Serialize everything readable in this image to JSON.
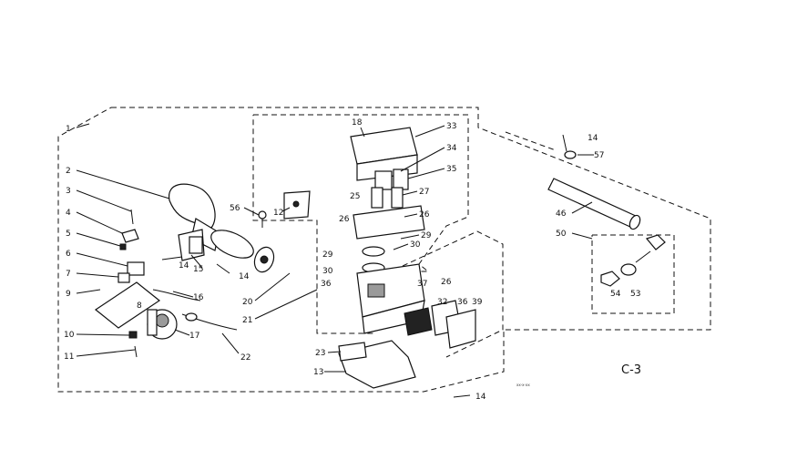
{
  "diagram": {
    "code": "C-3",
    "tiny_code": "xx-x-xx"
  },
  "callouts": [
    {
      "id": "c1",
      "text": "1"
    },
    {
      "id": "c2",
      "text": "2"
    },
    {
      "id": "c3",
      "text": "3"
    },
    {
      "id": "c4",
      "text": "4"
    },
    {
      "id": "c5",
      "text": "5"
    },
    {
      "id": "c6",
      "text": "6"
    },
    {
      "id": "c7",
      "text": "7"
    },
    {
      "id": "c8",
      "text": "8"
    },
    {
      "id": "c9",
      "text": "9"
    },
    {
      "id": "c10",
      "text": "10"
    },
    {
      "id": "c11",
      "text": "11"
    },
    {
      "id": "c12",
      "text": "12"
    },
    {
      "id": "c13",
      "text": "13"
    },
    {
      "id": "c14a",
      "text": "14"
    },
    {
      "id": "c14b",
      "text": "14"
    },
    {
      "id": "c14c",
      "text": "14"
    },
    {
      "id": "c14d",
      "text": "14"
    },
    {
      "id": "c15",
      "text": "15"
    },
    {
      "id": "c16",
      "text": "16"
    },
    {
      "id": "c17",
      "text": "17"
    },
    {
      "id": "c18",
      "text": "18"
    },
    {
      "id": "c20",
      "text": "20"
    },
    {
      "id": "c21",
      "text": "21"
    },
    {
      "id": "c22",
      "text": "22"
    },
    {
      "id": "c23",
      "text": "23"
    },
    {
      "id": "c25",
      "text": "25"
    },
    {
      "id": "c26a",
      "text": "26"
    },
    {
      "id": "c26b",
      "text": "26"
    },
    {
      "id": "c26c",
      "text": "26"
    },
    {
      "id": "c27",
      "text": "27"
    },
    {
      "id": "c29a",
      "text": "29"
    },
    {
      "id": "c29b",
      "text": "29"
    },
    {
      "id": "c30a",
      "text": "30"
    },
    {
      "id": "c30b",
      "text": "30"
    },
    {
      "id": "c32",
      "text": "32"
    },
    {
      "id": "c33",
      "text": "33"
    },
    {
      "id": "c34",
      "text": "34"
    },
    {
      "id": "c35",
      "text": "35"
    },
    {
      "id": "c36a",
      "text": "36"
    },
    {
      "id": "c36b",
      "text": "36"
    },
    {
      "id": "c37",
      "text": "37"
    },
    {
      "id": "c39",
      "text": "39"
    },
    {
      "id": "c46",
      "text": "46"
    },
    {
      "id": "c50",
      "text": "50"
    },
    {
      "id": "c53",
      "text": "53"
    },
    {
      "id": "c54",
      "text": "54"
    },
    {
      "id": "c56",
      "text": "56"
    },
    {
      "id": "c57",
      "text": "57"
    }
  ]
}
